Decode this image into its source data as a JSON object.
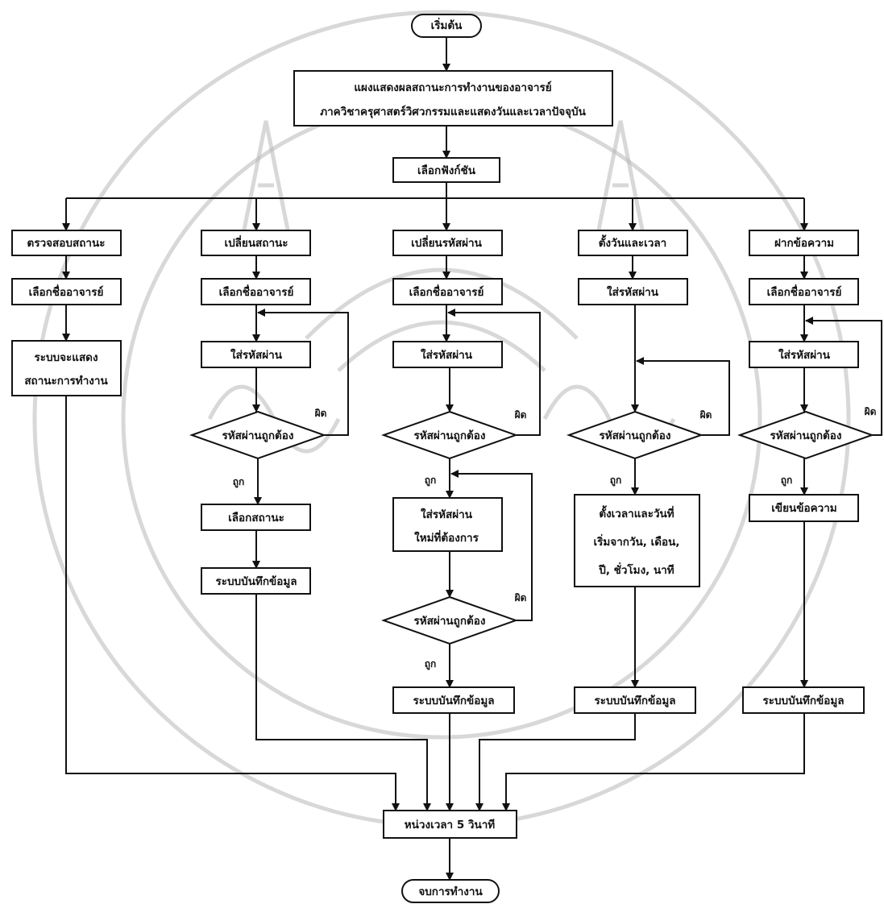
{
  "start": "เริ่มต้น",
  "main_screen": {
    "line1": "แผงแสดงผลสถานะการทำงานของอาจารย์",
    "line2": "ภาควิชาครุศาสตร์วิศวกรรมและแสดงวันและเวลาปัจจุบัน"
  },
  "select_function": "เลือกฟังก์ชัน",
  "branches": {
    "check_status": {
      "title": "ตรวจสอบสถานะ",
      "select_teacher": "เลือกชื่ออาจารย์",
      "show_line1": "ระบบจะแสดง",
      "show_line2": "สถานะการทำงาน"
    },
    "change_status": {
      "title": "เปลี่ยนสถานะ",
      "select_teacher": "เลือกชื่ออาจารย์",
      "enter_password": "ใส่รหัสผ่าน",
      "check_password": "รหัสผ่านถูกต้อง",
      "select_status": "เลือกสถานะ",
      "save": "ระบบบันทึกข้อมูล"
    },
    "change_password": {
      "title": "เปลี่ยนรหัสผ่าน",
      "select_teacher": "เลือกชื่ออาจารย์",
      "enter_password": "ใส่รหัสผ่าน",
      "check_password": "รหัสผ่านถูกต้อง",
      "new_password_line1": "ใส่รหัสผ่าน",
      "new_password_line2": "ใหม่ที่ต้องการ",
      "check_new_password": "รหัสผ่านถูกต้อง",
      "save": "ระบบบันทึกข้อมูล"
    },
    "set_datetime": {
      "title": "ตั้งวันและเวลา",
      "enter_password": "ใส่รหัสผ่าน",
      "check_password": "รหัสผ่านถูกต้อง",
      "set_line1": "ตั้งเวลาและวันที่",
      "set_line2": "เริ่มจากวัน, เดือน,",
      "set_line3": "ปี, ชั่วโมง, นาที",
      "save": "ระบบบันทึกข้อมูล"
    },
    "leave_message": {
      "title": "ฝากข้อความ",
      "select_teacher": "เลือกชื่ออาจารย์",
      "enter_password": "ใส่รหัสผ่าน",
      "check_password": "รหัสผ่านถูกต้อง",
      "write_message": "เขียนข้อความ",
      "save": "ระบบบันทึกข้อมูล"
    }
  },
  "labels": {
    "yes": "ถูก",
    "no": "ผิด"
  },
  "delay": "หน่วงเวลา 5 วินาที",
  "end": "จบการทำงาน"
}
